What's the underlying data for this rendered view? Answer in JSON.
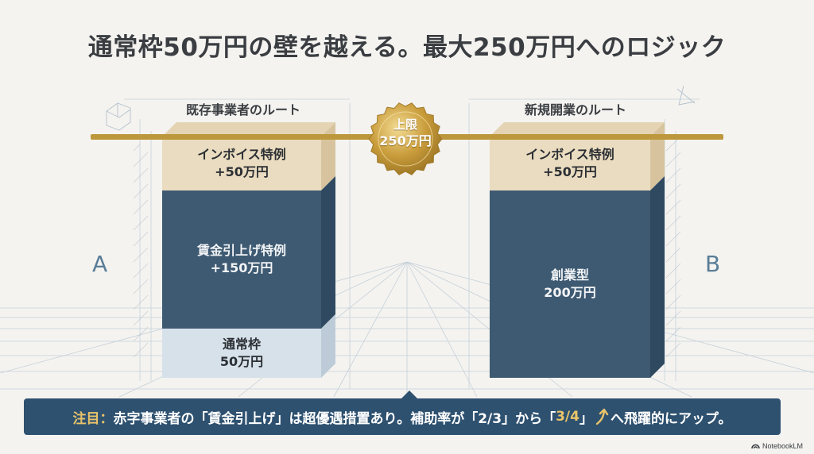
{
  "title": "通常枠50万円の壁を越える。最大250万円へのロジック",
  "cap": {
    "line1": "上限",
    "line2": "250万円"
  },
  "route_a": {
    "letter": "A",
    "label": "既存事業者のルート",
    "segments": {
      "invoice": {
        "line1": "インボイス特例",
        "line2": "+50万円"
      },
      "wage": {
        "line1": "賃金引上げ特例",
        "line2": "+150万円"
      },
      "normal": {
        "line1": "通常枠",
        "line2": "50万円"
      }
    }
  },
  "route_b": {
    "letter": "B",
    "label": "新規開業のルート",
    "segments": {
      "invoice": {
        "line1": "インボイス特例",
        "line2": "+50万円"
      },
      "startup": {
        "line1": "創業型",
        "line2": "200万円"
      }
    }
  },
  "note": {
    "prefix": "注目：",
    "text1": "赤字事業者の「賃金引上げ」は超優遇措置あり。補助率が「2/3」から「",
    "highlight": "3/4",
    "text2": "」",
    "text3": "へ飛躍的にアップ。"
  },
  "brand": "NotebookLM",
  "colors": {
    "beige": "#eadcc0",
    "navy": "#3e5a72",
    "light_blue": "#d6e1ea",
    "gold": "#bd973b",
    "banner": "#2e5170",
    "highlight": "#e9c46a"
  }
}
